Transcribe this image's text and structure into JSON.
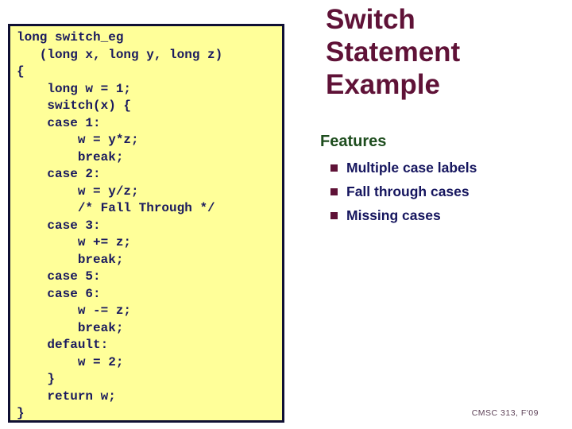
{
  "slide": {
    "title": "Switch Statement Example",
    "code_panel": {
      "language": "c",
      "code_lines": [
        "long switch_eg",
        "   (long x, long y, long z)",
        "{",
        "    long w = 1;",
        "    switch(x) {",
        "    case 1:",
        "        w = y*z;",
        "        break;",
        "    case 2:",
        "        w = y/z;",
        "        /* Fall Through */",
        "    case 3:",
        "        w += z;",
        "        break;",
        "    case 5:",
        "    case 6:",
        "        w -= z;",
        "        break;",
        "    default:",
        "        w = 2;",
        "    }",
        "    return w;",
        "}"
      ]
    },
    "features": {
      "heading": "Features",
      "items": [
        "Multiple case labels",
        "Fall through cases",
        "Missing cases"
      ]
    },
    "footer": "CMSC 313, F'09",
    "colors": {
      "code_background": "#ffff99",
      "code_border": "#0f0f33",
      "code_text": "#1a1a5e",
      "title_text": "#5f1237",
      "features_heading_text": "#1e4d1e",
      "bullet_square": "#5f1237",
      "bullet_text": "#15155e",
      "footer_text": "#5e4258",
      "slide_background": "#ffffff"
    }
  }
}
